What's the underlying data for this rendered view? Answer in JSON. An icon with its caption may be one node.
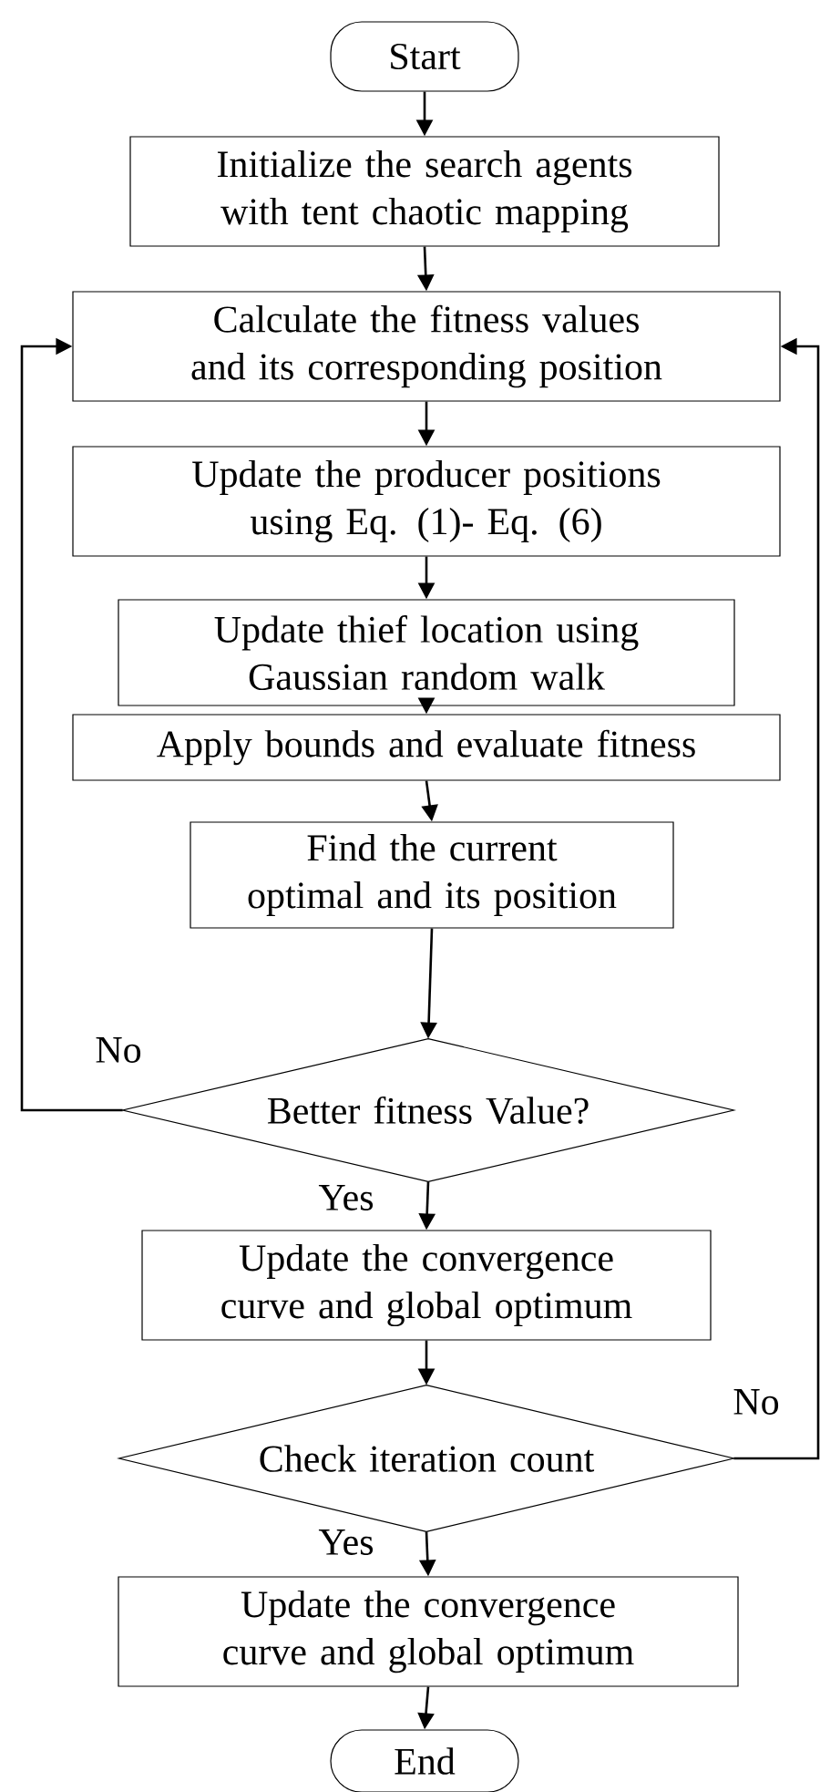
{
  "diagram": {
    "nodes": [
      {
        "text": [
          "Start"
        ]
      },
      {
        "text": [
          "Initialize the search agents with tent chaotic mapping"
        ]
      },
      {
        "text": [
          "Calculate the fitness values and its corresponding position"
        ]
      },
      {
        "text": [
          "Update the producer positions using Eq. (1)- Eq. (6)"
        ]
      },
      {
        "text": [
          "Update thief location using Gaussian random walk"
        ]
      },
      {
        "text": [
          "Apply bounds and evaluate fitness"
        ]
      },
      {
        "text": [
          "Find the current optimal and its position"
        ]
      },
      {
        "text": [
          "Better fitness Value?"
        ]
      },
      {
        "text": [
          "Update the convergence curve and global optimum"
        ]
      },
      {
        "text": [
          "Check iteration count"
        ]
      },
      {
        "text": [
          "Update the convergence curve and global optimum"
        ]
      },
      {
        "text": [
          "End"
        ]
      }
    ],
    "edges": [
      {
        "from": 0,
        "to": 1,
        "arrow": "to"
      },
      {
        "from": 1,
        "to": 2,
        "arrow": "to"
      },
      {
        "from": 2,
        "to": 3,
        "arrow": "to"
      },
      {
        "from": 3,
        "to": 4,
        "arrow": "to"
      },
      {
        "from": 4,
        "to": 5,
        "arrow": "to"
      },
      {
        "from": 5,
        "to": 6,
        "arrow": "to"
      },
      {
        "from": 6,
        "to": 7,
        "arrow": "to"
      },
      {
        "from": 7,
        "to": 8,
        "arrow": "to",
        "label": "Yes"
      },
      {
        "from": 7,
        "to": 2,
        "arrow": "to",
        "label": "No"
      },
      {
        "from": 8,
        "to": 9,
        "arrow": "to"
      },
      {
        "from": 9,
        "to": 10,
        "arrow": "to",
        "label": "Yes"
      },
      {
        "from": 9,
        "to": 2,
        "arrow": "to",
        "label": "No"
      },
      {
        "from": 10,
        "to": 11,
        "arrow": "to"
      }
    ]
  }
}
